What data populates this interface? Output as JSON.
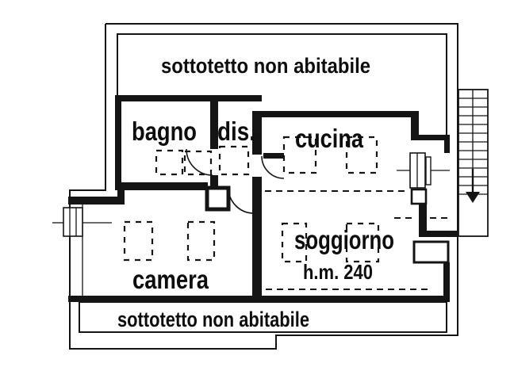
{
  "canvas": {
    "background": "#ffffff",
    "line_color": "#141414"
  },
  "plan": {
    "labels": {
      "attic_top": "sottotetto non abitabile",
      "attic_bottom": "sottotetto non abitabile",
      "bagno": "bagno",
      "dis": "dis.",
      "cucina": "cucina",
      "camera": "camera",
      "soggiorno": "soggiorno",
      "soggiorno_height": "h.m. 240"
    },
    "icons": {
      "stairs_direction": "down-arrow-icon"
    }
  }
}
